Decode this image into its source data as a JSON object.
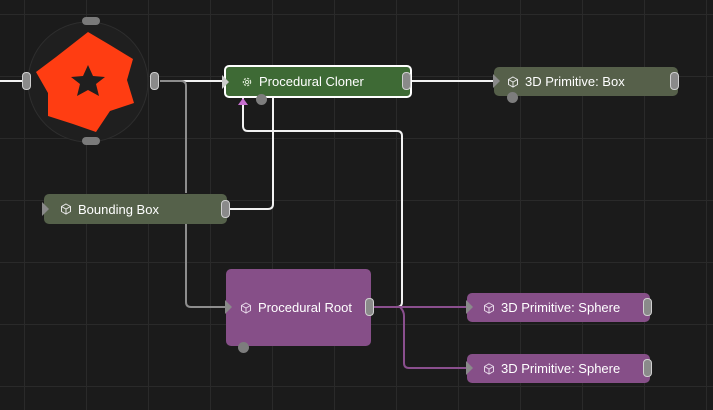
{
  "canvas": {
    "background": "#1b1b1b",
    "grid_color": "#2a2a2a"
  },
  "colors": {
    "cloner_fill": "#3e6a35",
    "primitive_fill": "#56604a",
    "bounding_fill": "#55614a",
    "procedural_fill": "#864f88",
    "wire_white": "#f2f2f2",
    "wire_gray": "#8d8d8d",
    "wire_purple": "#8a4f8e",
    "logo_orange": "#ff3d12"
  },
  "root_node": {
    "icon": "flower-logo-icon"
  },
  "nodes": {
    "procedural_cloner": {
      "label": "Procedural Cloner",
      "icon": "gear-icon",
      "selected": true
    },
    "box": {
      "label": "3D Primitive: Box",
      "icon": "cube-icon"
    },
    "bounding_box": {
      "label": "Bounding Box",
      "icon": "cube-icon"
    },
    "procedural_root": {
      "label": "Procedural Root",
      "icon": "cube-icon"
    },
    "sphere_1": {
      "label": "3D Primitive: Sphere",
      "icon": "cube-icon"
    },
    "sphere_2": {
      "label": "3D Primitive: Sphere",
      "icon": "cube-icon"
    }
  }
}
